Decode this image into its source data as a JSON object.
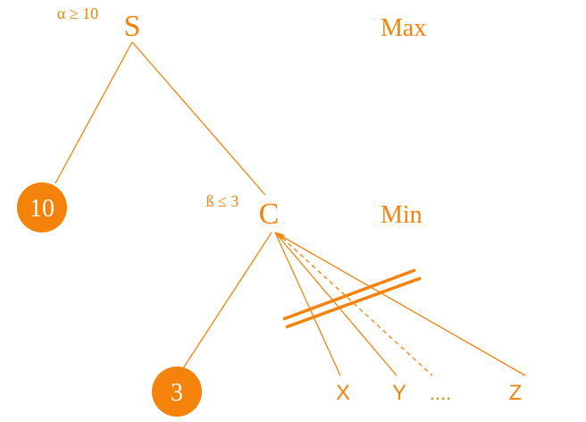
{
  "colors": {
    "accent": "#F5820A",
    "node_text": "#FFFFFF"
  },
  "nodes": {
    "root": {
      "label": "S",
      "bound": "α ≥ 10"
    },
    "left_leaf": {
      "label": "10"
    },
    "min_node": {
      "label": "C",
      "bound": "ß ≤ 3"
    },
    "min_leaf": {
      "label": "3"
    },
    "pruned": {
      "x": "X",
      "y": "Y",
      "ellipsis": "....",
      "z": "Z"
    }
  },
  "levels": {
    "max": "Max",
    "min": "Min"
  }
}
